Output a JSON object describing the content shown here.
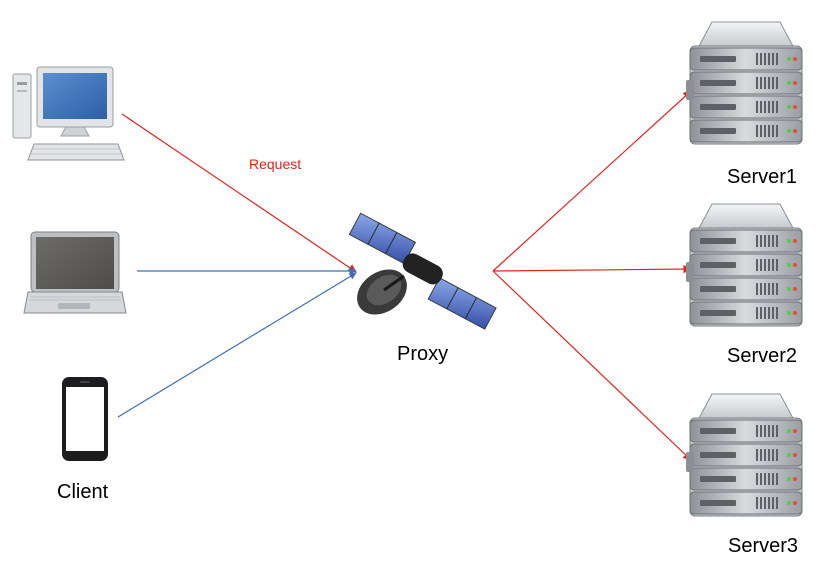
{
  "labels": {
    "request": "Request",
    "proxy": "Proxy",
    "client": "Client",
    "servers": [
      "Server1",
      "Server2",
      "Server3"
    ]
  },
  "icons": {
    "desktop": "desktop-computer-icon",
    "laptop": "laptop-icon",
    "phone": "smartphone-icon",
    "proxy": "satellite-icon",
    "server": "server-rack-icon"
  },
  "colors": {
    "request_line": "#e8211d",
    "client_line": "#3e6fb5",
    "request_text": "#e8211d"
  }
}
